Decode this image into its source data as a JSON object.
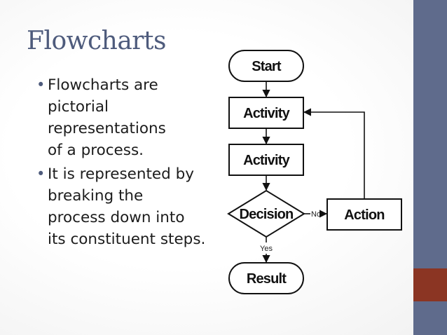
{
  "slide": {
    "title": "Flowcharts",
    "bullets": [
      "Flowcharts are\npictorial\nrepresentations\nof a process.",
      "It is represented by\nbreaking the\nprocess down into\nits constituent steps."
    ],
    "bullet_glyph": "•"
  },
  "theme": {
    "title_color": "#4e5b7c",
    "side_bar_color": "#5f6b8c",
    "side_accent_color": "#8b3523"
  },
  "flowchart": {
    "nodes": {
      "start": "Start",
      "activity_1": "Activity",
      "activity_2": "Activity",
      "decision": "Decision",
      "action": "Action",
      "result": "Result"
    },
    "edge_labels": {
      "no": "No",
      "yes": "Yes"
    }
  }
}
